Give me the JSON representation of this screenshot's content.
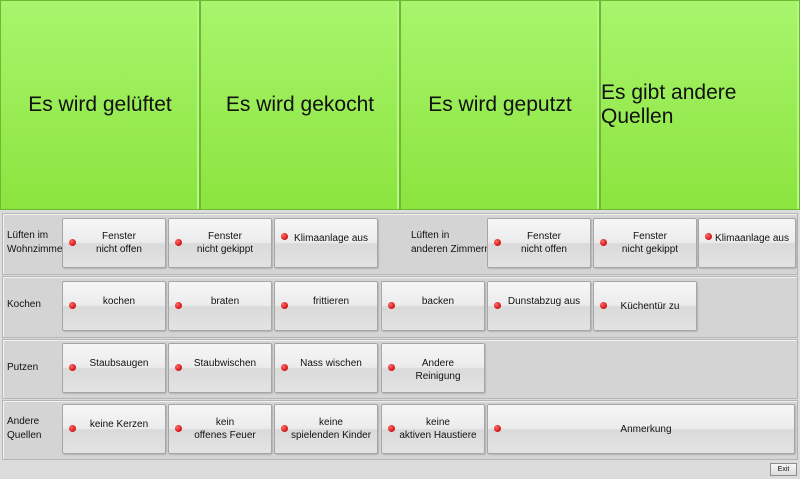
{
  "top_buttons": [
    {
      "label": "Es wird gelüftet"
    },
    {
      "label": "Es wird gekocht"
    },
    {
      "label": "Es wird geputzt"
    },
    {
      "label": "Es gibt andere Quellen"
    }
  ],
  "rows": {
    "lueften": {
      "label": "Lüften im\nWohnzimmer",
      "sublabel": "Lüften in\nanderen Zimmern",
      "buttons": [
        "Fenster\nnicht offen",
        "Fenster\nnicht gekippt",
        "Klimaanlage aus"
      ],
      "buttons2": [
        "Fenster\nnicht offen",
        "Fenster\nnicht gekippt",
        "Klimaanlage aus"
      ]
    },
    "kochen": {
      "label": "Kochen",
      "buttons": [
        "kochen",
        "braten",
        "frittieren",
        "backen",
        "Dunstabzug aus",
        "Küchentür zu"
      ]
    },
    "putzen": {
      "label": "Putzen",
      "buttons": [
        "Staubsaugen",
        "Staubwischen",
        "Nass wischen",
        "Andere\nReinigung"
      ]
    },
    "andere": {
      "label": "Andere\nQuellen",
      "buttons": [
        "keine Kerzen",
        "kein\noffenes Feuer",
        "keine\nspielenden Kinder",
        "keine\naktiven Haustiere",
        "Anmerkung"
      ]
    }
  },
  "exit_label": "Exit",
  "colors": {
    "green": "#9aed55",
    "indicator": "#e01818",
    "panel": "#d4d4d4"
  }
}
